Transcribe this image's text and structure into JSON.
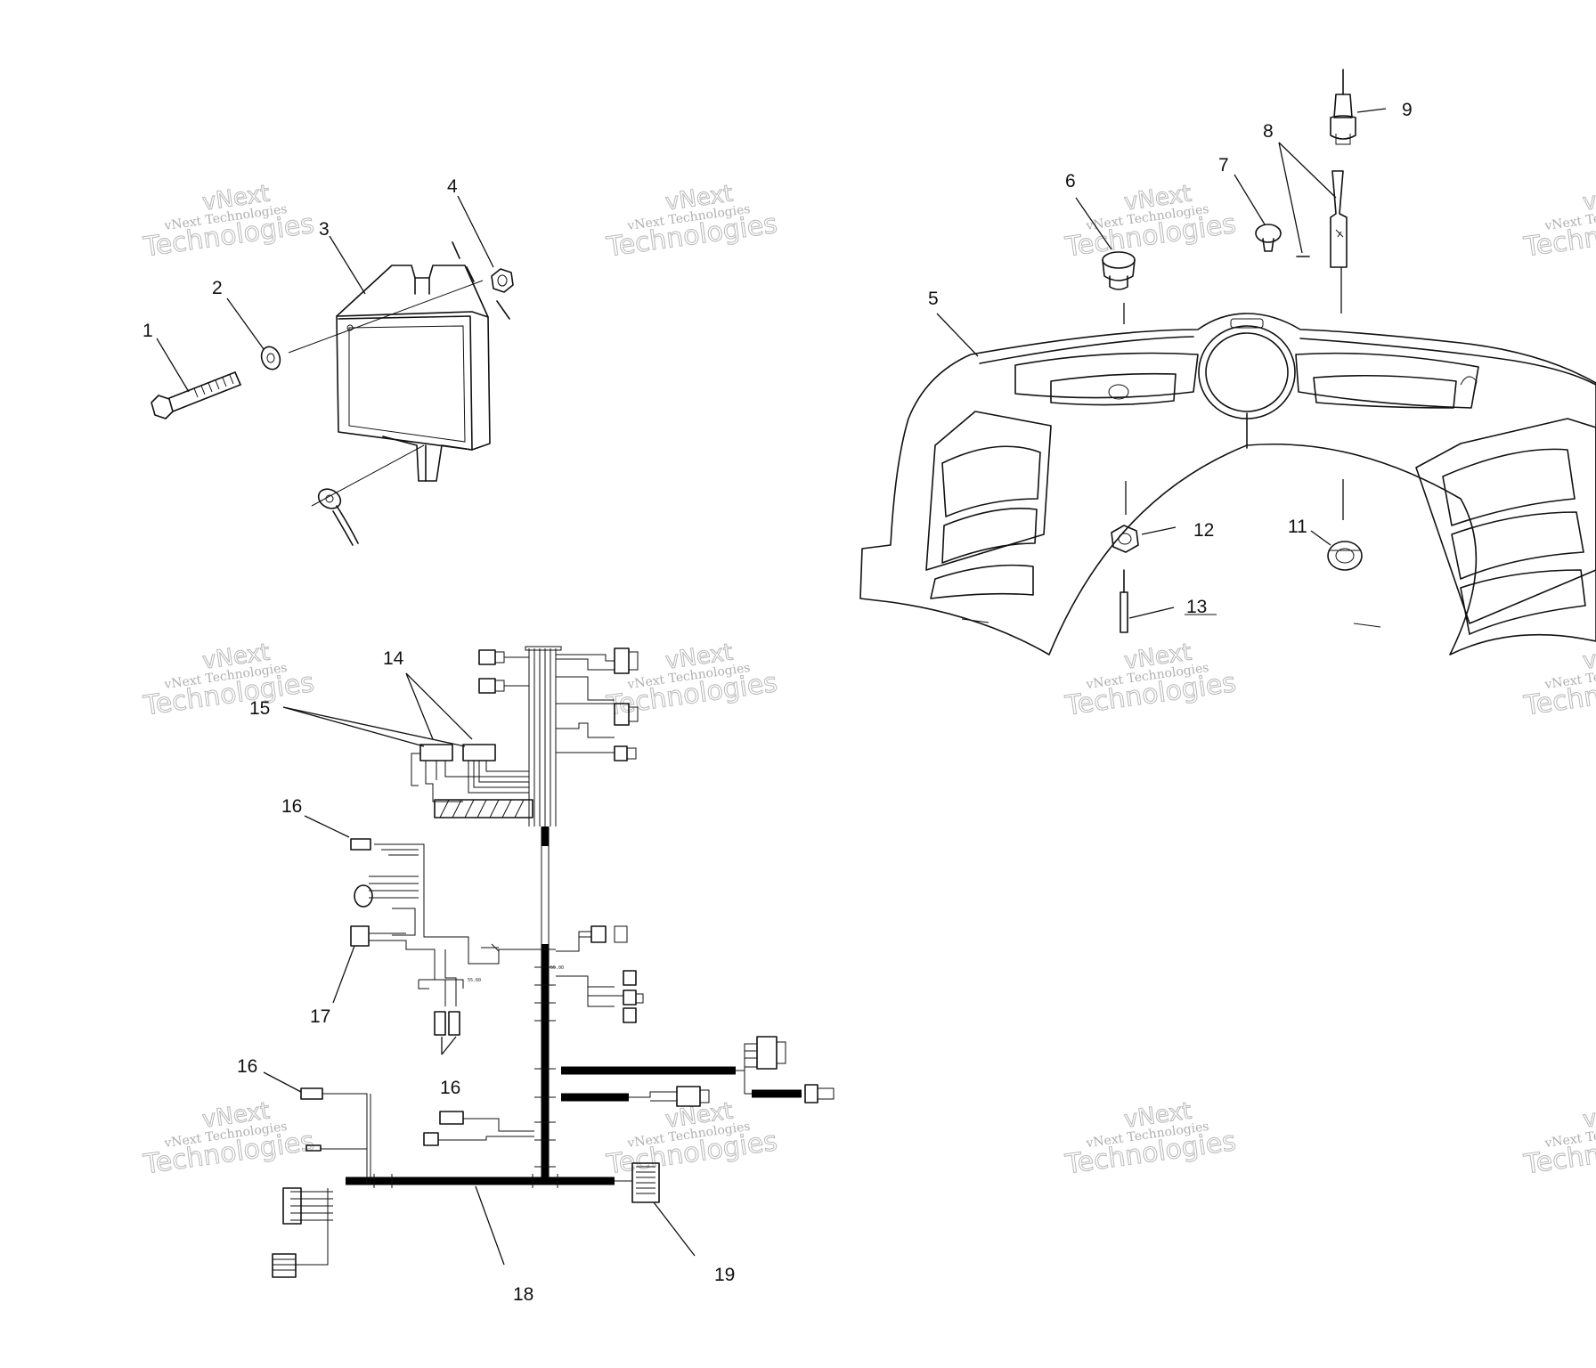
{
  "callouts": [
    {
      "id": "c1",
      "text": "1"
    },
    {
      "id": "c2",
      "text": "2"
    },
    {
      "id": "c3",
      "text": "3"
    },
    {
      "id": "c4",
      "text": "4"
    },
    {
      "id": "c5",
      "text": "5"
    },
    {
      "id": "c6",
      "text": "6"
    },
    {
      "id": "c7",
      "text": "7"
    },
    {
      "id": "c8",
      "text": "8"
    },
    {
      "id": "c9",
      "text": "9"
    },
    {
      "id": "c11",
      "text": "11"
    },
    {
      "id": "c12",
      "text": "12"
    },
    {
      "id": "c13",
      "text": "13"
    },
    {
      "id": "c14",
      "text": "14"
    },
    {
      "id": "c15",
      "text": "15"
    },
    {
      "id": "c16a",
      "text": "16"
    },
    {
      "id": "c16b",
      "text": "16"
    },
    {
      "id": "c16c",
      "text": "16"
    },
    {
      "id": "c17",
      "text": "17"
    },
    {
      "id": "c18",
      "text": "18"
    },
    {
      "id": "c19",
      "text": "19"
    }
  ],
  "watermark": {
    "line1": "vNext Technologies",
    "line2": "vNext",
    "line3": "Technologies"
  },
  "harness_labels": {
    "splice_a": "55.60",
    "splice_b": "55.00"
  }
}
